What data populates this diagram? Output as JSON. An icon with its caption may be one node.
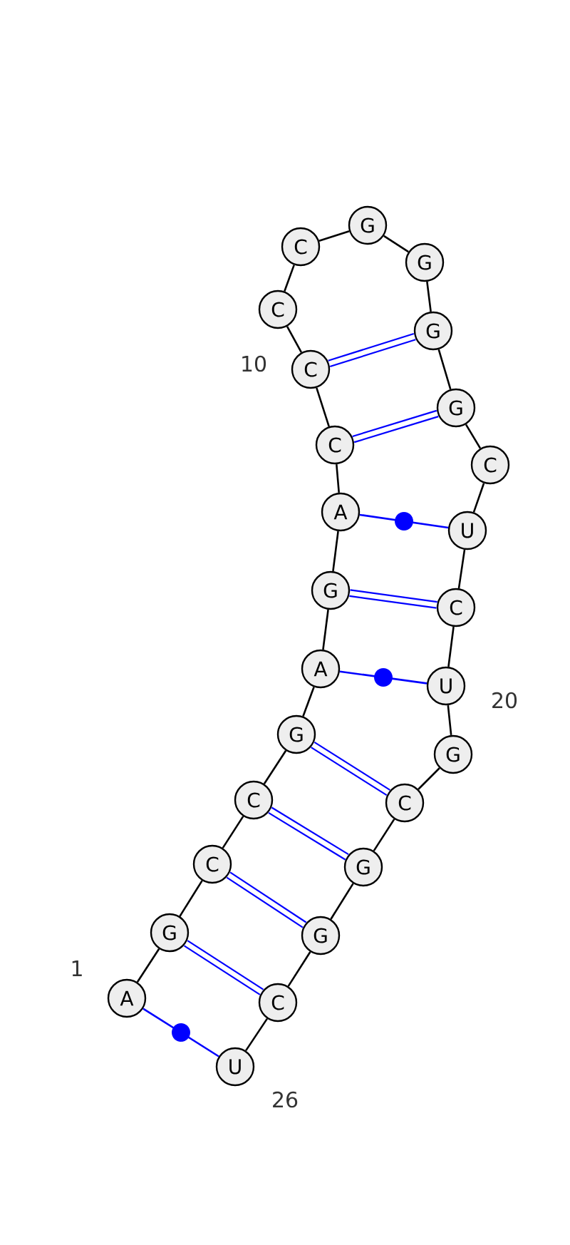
{
  "diagram": {
    "nodes": [
      {
        "text": [
          "A"
        ],
        "beside": [
          "1"
        ]
      },
      {
        "text": [
          "G"
        ]
      },
      {
        "text": [
          "C"
        ]
      },
      {
        "text": [
          "C"
        ]
      },
      {
        "text": [
          "G"
        ]
      },
      {
        "text": [
          "A"
        ]
      },
      {
        "text": [
          "G"
        ]
      },
      {
        "text": [
          "A"
        ]
      },
      {
        "text": [
          "C"
        ]
      },
      {
        "text": [
          "C"
        ],
        "beside": [
          "10"
        ]
      },
      {
        "text": [
          "C"
        ]
      },
      {
        "text": [
          "C"
        ]
      },
      {
        "text": [
          "G"
        ]
      },
      {
        "text": [
          "G"
        ]
      },
      {
        "text": [
          "G"
        ]
      },
      {
        "text": [
          "G"
        ]
      },
      {
        "text": [
          "C"
        ]
      },
      {
        "text": [
          "U"
        ]
      },
      {
        "text": [
          "C"
        ]
      },
      {
        "text": [
          "U"
        ],
        "beside": [
          "20"
        ]
      },
      {
        "text": [
          "G"
        ]
      },
      {
        "text": [
          "C"
        ]
      },
      {
        "text": [
          "G"
        ]
      },
      {
        "text": [
          "G"
        ]
      },
      {
        "text": [
          "C"
        ]
      },
      {
        "text": [
          "U"
        ],
        "beside": [
          "26"
        ]
      }
    ],
    "edges": [
      {
        "from": 0,
        "to": 1,
        "arrow": "none"
      },
      {
        "from": 1,
        "to": 2,
        "arrow": "none"
      },
      {
        "from": 2,
        "to": 3,
        "arrow": "none"
      },
      {
        "from": 3,
        "to": 4,
        "arrow": "none"
      },
      {
        "from": 4,
        "to": 5,
        "arrow": "none"
      },
      {
        "from": 5,
        "to": 6,
        "arrow": "none"
      },
      {
        "from": 6,
        "to": 7,
        "arrow": "none"
      },
      {
        "from": 7,
        "to": 8,
        "arrow": "none"
      },
      {
        "from": 8,
        "to": 9,
        "arrow": "none"
      },
      {
        "from": 9,
        "to": 10,
        "arrow": "none"
      },
      {
        "from": 10,
        "to": 11,
        "arrow": "none"
      },
      {
        "from": 11,
        "to": 12,
        "arrow": "none"
      },
      {
        "from": 12,
        "to": 13,
        "arrow": "none"
      },
      {
        "from": 13,
        "to": 14,
        "arrow": "none"
      },
      {
        "from": 14,
        "to": 15,
        "arrow": "none"
      },
      {
        "from": 15,
        "to": 16,
        "arrow": "none"
      },
      {
        "from": 16,
        "to": 17,
        "arrow": "none"
      },
      {
        "from": 17,
        "to": 18,
        "arrow": "none"
      },
      {
        "from": 18,
        "to": 19,
        "arrow": "none"
      },
      {
        "from": 19,
        "to": 20,
        "arrow": "none"
      },
      {
        "from": 20,
        "to": 21,
        "arrow": "none"
      },
      {
        "from": 21,
        "to": 22,
        "arrow": "none"
      },
      {
        "from": 22,
        "to": 23,
        "arrow": "none"
      },
      {
        "from": 23,
        "to": 24,
        "arrow": "none"
      },
      {
        "from": 24,
        "to": 25,
        "arrow": "none"
      },
      {
        "from": 0,
        "to": 25,
        "arrow": "none",
        "color": "#0000ff"
      },
      {
        "from": 1,
        "to": 24,
        "arrow": "none",
        "color": "#0000ff",
        "style": "thick"
      },
      {
        "from": 2,
        "to": 23,
        "arrow": "none",
        "color": "#0000ff",
        "style": "thick"
      },
      {
        "from": 3,
        "to": 22,
        "arrow": "none",
        "color": "#0000ff",
        "style": "thick"
      },
      {
        "from": 4,
        "to": 21,
        "arrow": "none",
        "color": "#0000ff",
        "style": "thick"
      },
      {
        "from": 5,
        "to": 19,
        "arrow": "none",
        "color": "#0000ff"
      },
      {
        "from": 6,
        "to": 18,
        "arrow": "none",
        "color": "#0000ff",
        "style": "thick"
      },
      {
        "from": 7,
        "to": 17,
        "arrow": "none",
        "color": "#0000ff"
      },
      {
        "from": 8,
        "to": 15,
        "arrow": "none",
        "color": "#0000ff",
        "style": "thick"
      },
      {
        "from": 9,
        "to": 14,
        "arrow": "none",
        "color": "#0000ff",
        "style": "thick"
      }
    ]
  }
}
